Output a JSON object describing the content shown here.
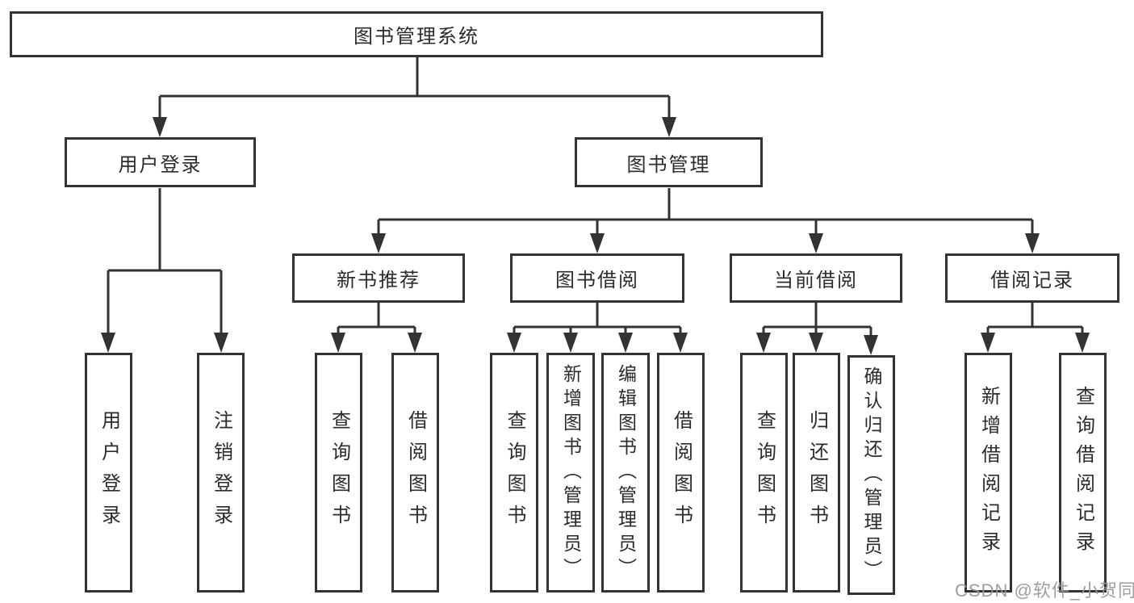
{
  "diagram": {
    "title": "图书管理系统",
    "nodes": {
      "root": {
        "label": "图书管理系统",
        "children": [
          "user_login",
          "book_management"
        ]
      },
      "user_login": {
        "label": "用户登录",
        "children": [
          "leaf_user_login",
          "leaf_logout"
        ]
      },
      "book_management": {
        "label": "图书管理",
        "children": [
          "new_book_recommend",
          "book_borrow",
          "current_borrow",
          "borrow_records"
        ]
      },
      "new_book_recommend": {
        "label": "新书推荐",
        "children": [
          "leaf_query_book_1",
          "leaf_borrow_book_1"
        ]
      },
      "book_borrow": {
        "label": "图书借阅",
        "children": [
          "leaf_query_book_2",
          "leaf_add_book",
          "leaf_edit_book",
          "leaf_borrow_book_2"
        ]
      },
      "current_borrow": {
        "label": "当前借阅",
        "children": [
          "leaf_query_book_3",
          "leaf_return_book",
          "leaf_confirm_return"
        ]
      },
      "borrow_records": {
        "label": "借阅记录",
        "children": [
          "leaf_add_record",
          "leaf_query_record"
        ]
      },
      "leaf_user_login": {
        "label": "用户登录"
      },
      "leaf_logout": {
        "label": "注销登录"
      },
      "leaf_query_book_1": {
        "label": "查询图书"
      },
      "leaf_borrow_book_1": {
        "label": "借阅图书"
      },
      "leaf_query_book_2": {
        "label": "查询图书"
      },
      "leaf_add_book": {
        "label": "新增图书（管理员）"
      },
      "leaf_edit_book": {
        "label": "编辑图书（管理员）"
      },
      "leaf_borrow_book_2": {
        "label": "借阅图书"
      },
      "leaf_query_book_3": {
        "label": "查询图书"
      },
      "leaf_return_book": {
        "label": "归还图书"
      },
      "leaf_confirm_return": {
        "label": "确认归还（管理员）"
      },
      "leaf_add_record": {
        "label": "新增借阅记录"
      },
      "leaf_query_record": {
        "label": "查询借阅记录"
      }
    },
    "watermark": "CSDN @软件_小贺同学",
    "colors": {
      "line": "#333333",
      "border": "#333333",
      "text": "#2b2b2b",
      "watermark": "#969696",
      "background": "#ffffff"
    }
  }
}
